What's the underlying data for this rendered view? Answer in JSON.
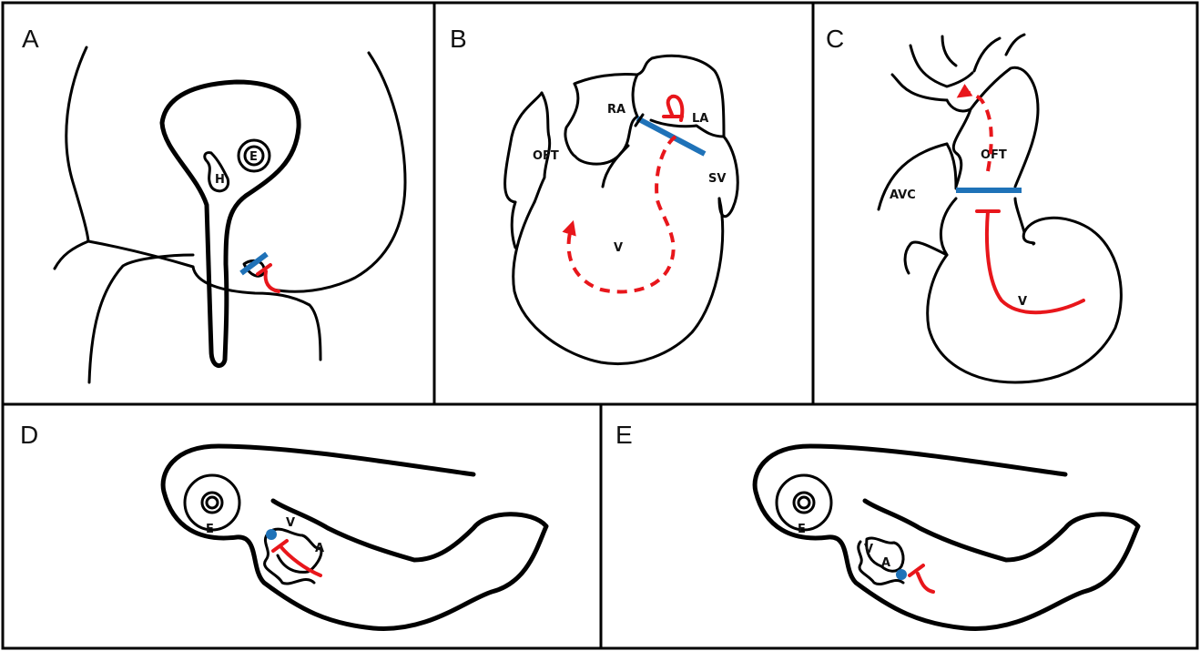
{
  "colors": {
    "line": "#000000",
    "red_signal": "#e8161b",
    "blue_boundary": "#1f72b8"
  },
  "panels": {
    "A": {
      "letter": "A",
      "labels": {
        "E": "E",
        "H": "H"
      }
    },
    "B": {
      "letter": "B",
      "labels": {
        "RA": "RA",
        "LA": "LA",
        "OFT": "OFT",
        "SV": "SV",
        "V": "V"
      }
    },
    "C": {
      "letter": "C",
      "labels": {
        "OFT": "OFT",
        "AVC": "AVC",
        "V": "V"
      }
    },
    "D": {
      "letter": "D",
      "labels": {
        "E": "E",
        "V": "V",
        "A": "A"
      }
    },
    "E": {
      "letter": "E",
      "labels": {
        "E": "E",
        "V": "V",
        "A": "A"
      }
    }
  }
}
